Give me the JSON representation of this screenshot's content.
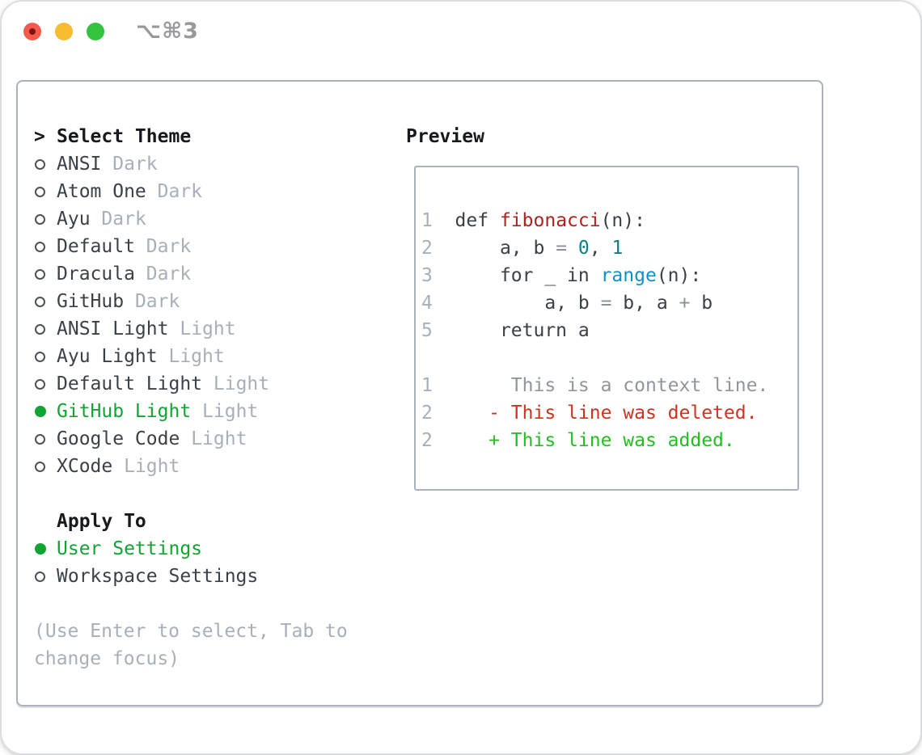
{
  "window": {
    "title": "⌥⌘3"
  },
  "colors": {
    "selected_green": "#10a532",
    "added_green": "#22bf22",
    "deleted_red": "#cd3420",
    "function_red": "#ad241f",
    "number_teal": "#0d7f82",
    "builtin_blue": "#1090cb",
    "muted_gray": "#a7b0ba",
    "text_dark": "#3a4148",
    "header_black": "#16191d",
    "panel_border": "#aab3bd",
    "traffic_red": "#f4594e",
    "traffic_yellow": "#f7bc2f",
    "traffic_green": "#33c33f"
  },
  "selector": {
    "header_marker": ">",
    "header": "Select Theme",
    "themes": [
      {
        "name": "ANSI",
        "variant": "Dark",
        "selected": false
      },
      {
        "name": "Atom One",
        "variant": "Dark",
        "selected": false
      },
      {
        "name": "Ayu",
        "variant": "Dark",
        "selected": false
      },
      {
        "name": "Default",
        "variant": "Dark",
        "selected": false
      },
      {
        "name": "Dracula",
        "variant": "Dark",
        "selected": false
      },
      {
        "name": "GitHub",
        "variant": "Dark",
        "selected": false
      },
      {
        "name": "ANSI Light",
        "variant": "Light",
        "selected": false
      },
      {
        "name": "Ayu Light",
        "variant": "Light",
        "selected": false
      },
      {
        "name": "Default Light",
        "variant": "Light",
        "selected": false
      },
      {
        "name": "GitHub Light",
        "variant": "Light",
        "selected": true
      },
      {
        "name": "Google Code",
        "variant": "Light",
        "selected": false
      },
      {
        "name": "XCode",
        "variant": "Light",
        "selected": false
      }
    ]
  },
  "apply_to": {
    "header": "Apply To",
    "options": [
      {
        "label": "User Settings",
        "selected": true
      },
      {
        "label": "Workspace Settings",
        "selected": false
      }
    ]
  },
  "hint": "(Use Enter to select, Tab to change focus)",
  "preview": {
    "header": "Preview",
    "code_lines": [
      [
        [
          "ln",
          "1"
        ],
        [
          "plain",
          "  def "
        ],
        [
          "fn",
          "fibonacci"
        ],
        [
          "plain",
          "(n):"
        ]
      ],
      [
        [
          "ln",
          "2"
        ],
        [
          "plain",
          "      a, b "
        ],
        [
          "op",
          "="
        ],
        [
          "plain",
          " "
        ],
        [
          "num",
          "0"
        ],
        [
          "plain",
          ", "
        ],
        [
          "num",
          "1"
        ]
      ],
      [
        [
          "ln",
          "3"
        ],
        [
          "plain",
          "      for _ in "
        ],
        [
          "builtin",
          "range"
        ],
        [
          "plain",
          "(n):"
        ]
      ],
      [
        [
          "ln",
          "4"
        ],
        [
          "plain",
          "          a, b "
        ],
        [
          "op",
          "="
        ],
        [
          "plain",
          " b, a "
        ],
        [
          "op",
          "+"
        ],
        [
          "plain",
          " b"
        ]
      ],
      [
        [
          "ln",
          "5"
        ],
        [
          "plain",
          "      return a"
        ]
      ],
      [],
      [
        [
          "ln",
          "1"
        ],
        [
          "ctx",
          "       This is a context line."
        ]
      ],
      [
        [
          "ln",
          "2"
        ],
        [
          "del",
          "     - This line was deleted."
        ]
      ],
      [
        [
          "ln",
          "2"
        ],
        [
          "add",
          "     + This line was added."
        ]
      ]
    ]
  }
}
